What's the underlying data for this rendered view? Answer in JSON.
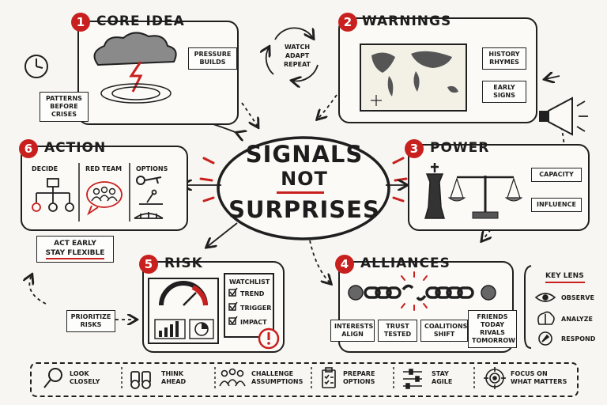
{
  "center": {
    "line1": "SIGNALS",
    "line2": "NOT",
    "line3": "SURPRISES"
  },
  "cycle": {
    "l1": "WATCH",
    "l2": "ADAPT",
    "l3": "REPEAT"
  },
  "core": {
    "num": "1",
    "title": "CORE IDEA",
    "notes": [
      "PRESSURE BUILDS",
      "PATTERNS BEFORE CRISES"
    ]
  },
  "warnings": {
    "num": "2",
    "title": "WARNINGS",
    "notes": [
      "HISTORY RHYMES",
      "EARLY SIGNS"
    ]
  },
  "power": {
    "num": "3",
    "title": "POWER",
    "notes": [
      "CAPACITY",
      "INFLUENCE"
    ]
  },
  "alliances": {
    "num": "4",
    "title": "ALLIANCES",
    "notes": [
      "INTERESTS ALIGN",
      "TRUST TESTED",
      "COALITIONS SHIFT",
      "FRIENDS TODAY RIVALS TOMORROW"
    ]
  },
  "risk": {
    "num": "5",
    "title": "RISK",
    "watchlist": "WATCHLIST",
    "items": [
      "TREND",
      "TRIGGER",
      "IMPACT"
    ],
    "side_note": "PRIORITIZE RISKS"
  },
  "action": {
    "num": "6",
    "title": "ACTION",
    "cols": [
      "DECIDE",
      "RED TEAM",
      "OPTIONS"
    ],
    "note_l1": "ACT EARLY",
    "note_l2": "STAY FLEXIBLE"
  },
  "lens": {
    "title": "KEY LENS",
    "items": [
      "OBSERVE",
      "ANALYZE",
      "RESPOND"
    ]
  },
  "bottom": [
    {
      "l1": "LOOK",
      "l2": "CLOSELY",
      "icon": "magnifier-icon"
    },
    {
      "l1": "THINK",
      "l2": "AHEAD",
      "icon": "binoculars-icon"
    },
    {
      "l1": "CHALLENGE",
      "l2": "ASSUMPTIONS",
      "icon": "people-icon"
    },
    {
      "l1": "PREPARE",
      "l2": "OPTIONS",
      "icon": "clipboard-icon"
    },
    {
      "l1": "STAY",
      "l2": "AGILE",
      "icon": "sliders-icon"
    },
    {
      "l1": "FOCUS ON",
      "l2": "WHAT MATTERS",
      "icon": "target-icon"
    }
  ],
  "colors": {
    "accent": "#c8201e",
    "ink": "#1f1f1f",
    "paper": "#f7f6f2"
  }
}
